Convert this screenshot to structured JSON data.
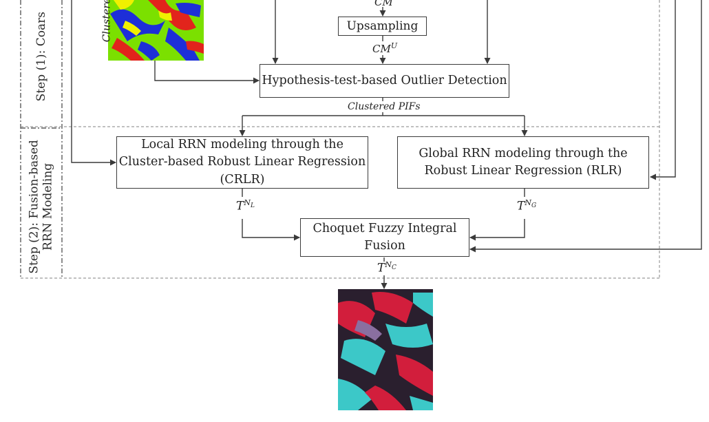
{
  "steps": {
    "step1_label": "Step (1): Coars",
    "step2_line1": "Step (2): Fusion-based",
    "step2_line2": "RRN Modeling"
  },
  "top_image_label": "Clustere",
  "boxes": {
    "upsampling": "Upsampling",
    "outlier_detection": "Hypothesis-test-based Outlier Detection",
    "local_line1": "Local RRN modeling through the",
    "local_line2": "Cluster-based Robust Linear Regression (CRLR)",
    "global_line1": "Global RRN modeling through the",
    "global_line2": "Robust Linear Regression (RLR)",
    "fusion": "Choquet Fuzzy Integral Fusion"
  },
  "labels": {
    "cm": "CM",
    "cmu_base": "CM",
    "cmu_sup": "U",
    "clustered_pifs": "Clustered PIFs",
    "t": "T",
    "n": "N",
    "sub_local": "L",
    "sub_global": "G",
    "sub_fusion": "C"
  },
  "colors": {
    "line": "#3a3a3a",
    "dashed": "#9a9a9a",
    "cluster_green": "#7be000",
    "cluster_blue": "#1d2fd8",
    "cluster_red": "#e2241c",
    "cluster_yellow": "#f0f000",
    "output_red": "#d21e3c",
    "output_cyan": "#3cc8c8",
    "output_dark": "#2a1f2e"
  },
  "icons": {
    "cluster_map": "clustered-map-image",
    "output_image": "normalized-output-image"
  }
}
